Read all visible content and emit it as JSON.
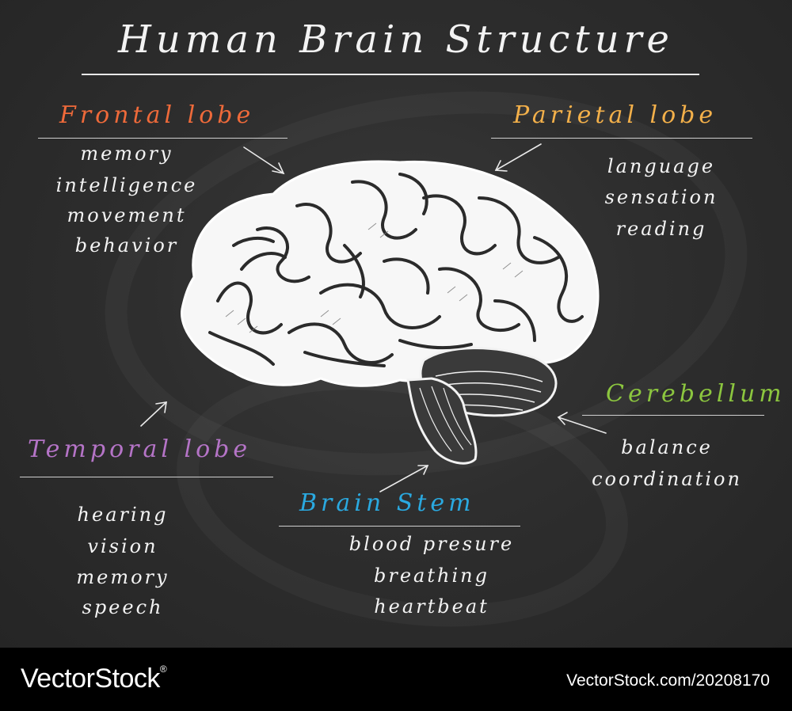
{
  "title": "Human Brain Structure",
  "colors": {
    "frontal": "#ef6a3a",
    "parietal": "#f3b04a",
    "cerebellum": "#8cc63f",
    "temporal": "#b574c7",
    "stem": "#2aa9e0",
    "chalk": "#f3f3f3"
  },
  "regions": {
    "frontal": {
      "name": "Frontal lobe",
      "items": [
        "memory",
        "intelligence",
        "movement",
        "behavior"
      ]
    },
    "parietal": {
      "name": "Parietal lobe",
      "items": [
        "language",
        "sensation",
        "reading"
      ]
    },
    "cerebellum": {
      "name": "Cerebellum",
      "items": [
        "balance",
        "coordination"
      ]
    },
    "temporal": {
      "name": "Temporal lobe",
      "items": [
        "hearing",
        "vision",
        "memory",
        "speech"
      ]
    },
    "stem": {
      "name": "Brain Stem",
      "items": [
        "blood presure",
        "breathing",
        "heartbeat"
      ]
    }
  },
  "footer": {
    "brand": "VectorStock",
    "brand_mark": "®",
    "image_id": "VectorStock.com/20208170"
  }
}
